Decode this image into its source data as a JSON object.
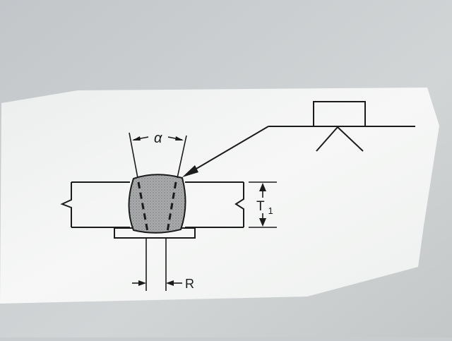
{
  "labels": {
    "groove_angle": "α",
    "thickness_main": "T",
    "thickness_sub": "1",
    "root_opening": "R"
  },
  "colors": {
    "background": "#c9ccce",
    "paper": "#f3f4f3",
    "ink": "#1b1b1b",
    "weld_fill": "#9a9c9d"
  },
  "symbols": {
    "weld_symbol": "square-groove-weld-symbol",
    "arrow": "arrow-head-icon"
  }
}
